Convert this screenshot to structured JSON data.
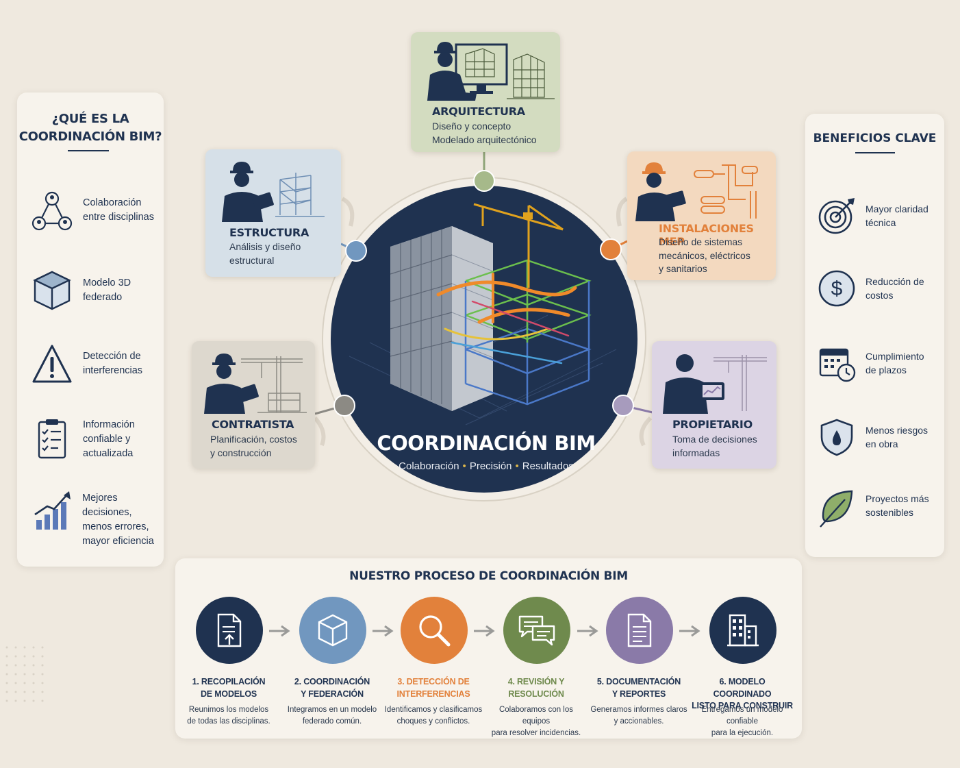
{
  "colors": {
    "navy": "#1f3250",
    "blue": "#7197bf",
    "orange": "#e2813b",
    "green": "#6f8a4d",
    "purple": "#8a7aa8",
    "gray": "#8c8a84",
    "sage": "#a6b98a"
  },
  "left_panel": {
    "title": "¿QUÉ ES LA\nCOORDINACIÓN BIM?",
    "items": [
      {
        "icon": "collaboration-icon",
        "text": "Colaboración\nentre disciplinas"
      },
      {
        "icon": "cube-icon",
        "text": "Modelo 3D\nfederado"
      },
      {
        "icon": "warning-icon",
        "text": "Detección de\ninterferencias"
      },
      {
        "icon": "checklist-icon",
        "text": "Información\nconfiable y\nactualizada"
      },
      {
        "icon": "growth-chart-icon",
        "text": "Mejores decisiones,\nmenos errores,\nmayor eficiencia"
      }
    ]
  },
  "right_panel": {
    "title": "BENEFICIOS CLAVE",
    "items": [
      {
        "icon": "target-icon",
        "text": "Mayor claridad\ntécnica"
      },
      {
        "icon": "dollar-icon",
        "text": "Reducción de\ncostos"
      },
      {
        "icon": "calendar-clock-icon",
        "text": "Cumplimiento\nde plazos"
      },
      {
        "icon": "shield-icon",
        "text": "Menos riesgos\nen obra"
      },
      {
        "icon": "leaf-icon",
        "text": "Proyectos más\nsostenibles"
      }
    ]
  },
  "roles": {
    "arquitectura": {
      "title": "ARQUITECTURA",
      "desc": "Diseño y concepto\nModelado arquitectónico"
    },
    "estructura": {
      "title": "ESTRUCTURA",
      "desc": "Análisis y diseño\nestructural"
    },
    "mep": {
      "title": "INSTALACIONES MEP",
      "desc": "Diseño de sistemas\nmecánicos, eléctricos\ny sanitarios"
    },
    "contratista": {
      "title": "CONTRATISTA",
      "desc": "Planificación, costos\ny construcción"
    },
    "propietario": {
      "title": "PROPIETARIO",
      "desc": "Toma de decisiones\ninformadas"
    }
  },
  "center": {
    "title": "COORDINACIÓN BIM",
    "sub": [
      "Colaboración",
      "Precisión",
      "Resultados"
    ]
  },
  "process": {
    "title": "NUESTRO PROCESO DE COORDINACIÓN BIM",
    "steps": [
      {
        "icon": "document-upload-icon",
        "title": "1. RECOPILACIÓN\nDE MODELOS",
        "desc": "Reunimos los modelos\nde todas las disciplinas.",
        "color": "#1f3250"
      },
      {
        "icon": "cube-icon",
        "title": "2. COORDINACIÓN\nY FEDERACIÓN",
        "desc": "Integramos en un modelo\nfederado común.",
        "color": "#7197bf"
      },
      {
        "icon": "magnifier-icon",
        "title": "3. DETECCIÓN DE\nINTERFERENCIAS",
        "desc": "Identificamos y clasificamos\nchoques y conflictos.",
        "color": "#e2813b"
      },
      {
        "icon": "chat-icon",
        "title": "4. REVISIÓN Y\nRESOLUCIÓN",
        "desc": "Colaboramos con los equipos\npara resolver incidencias.",
        "color": "#6f8a4d"
      },
      {
        "icon": "report-icon",
        "title": "5. DOCUMENTACIÓN\nY REPORTES",
        "desc": "Generamos informes claros\ny accionables.",
        "color": "#8a7aa8"
      },
      {
        "icon": "building-icon",
        "title": "6. MODELO COORDINADO\nLISTO PARA CONSTRUIR",
        "desc": "Entregamos un modelo confiable\npara la ejecución.",
        "color": "#1f3250"
      }
    ]
  }
}
